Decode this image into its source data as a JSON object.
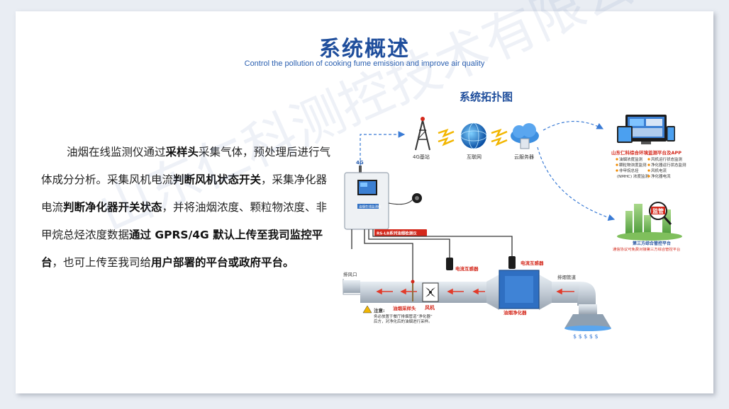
{
  "header": {
    "title": "系统概述",
    "subtitle": "Control the pollution of cooking fume emission and improve air quality"
  },
  "body": {
    "p1": "油烟在线监测仪通过",
    "b1": "采样头",
    "p2": "采集气体，预处理后进行气体成分分析。采集风机电流",
    "b2": "判断风机状态开关",
    "p3": "，采集净化器电流",
    "b3": "判断净化器开关状态",
    "p4": "，并将油烟浓度、颗粒物浓度、非甲烷总烃浓度数据",
    "b4": "通过 GPRS/4G 默认上传至我司监控平台",
    "p5": "，也可上传至我司给",
    "b5": "用户部署的平台或政府平台。"
  },
  "diagram": {
    "title": "系统拓扑图",
    "tower_label": "4G基站",
    "internet_label": "互联网",
    "cloud_label": "云服务器",
    "signal_label": "4G",
    "platform": {
      "title": "山东仁科综合环境监测平台及APP",
      "items": [
        "油烟浓度监测",
        "风机运行状态监测",
        "颗粒物浓度监测",
        "净化器运行状态监测",
        "非甲烷总烃",
        "风机电流",
        "(NMHC) 浓度监测",
        "净化器电流"
      ]
    },
    "third_party": {
      "badge": "监管",
      "title": "第三方综合管控平台",
      "desc": "通信协议可免费对接第三方综合管控平台"
    },
    "device": {
      "screen_label": "油烟在线监测仪",
      "model_label": "RS-LB系列油烟检测仪"
    },
    "ct_label_1": "电流互感器",
    "ct_label_2": "电流互感器",
    "exhaust_label": "排风口",
    "probe_label": "油烟采样头",
    "fan_label": "风机",
    "purifier_label": "油烟净化器",
    "duct_label": "排烟管道",
    "note_title": "注意:",
    "note_line1": "务必放置于餐厅排烟管道“净化器”",
    "note_line2": "后方，对净化后的油烟进行采样。"
  },
  "watermark": "山东仁科测控技术有限公司",
  "colors": {
    "title": "#1f4e9c",
    "subtitle": "#2a5fb0",
    "duct": "#c9d3dd",
    "arrow": "#e23b2a",
    "label_red": "#d4281b",
    "purifier": "#2f6fc2",
    "cable": "#333333",
    "dashed": "#3a7bd5"
  }
}
